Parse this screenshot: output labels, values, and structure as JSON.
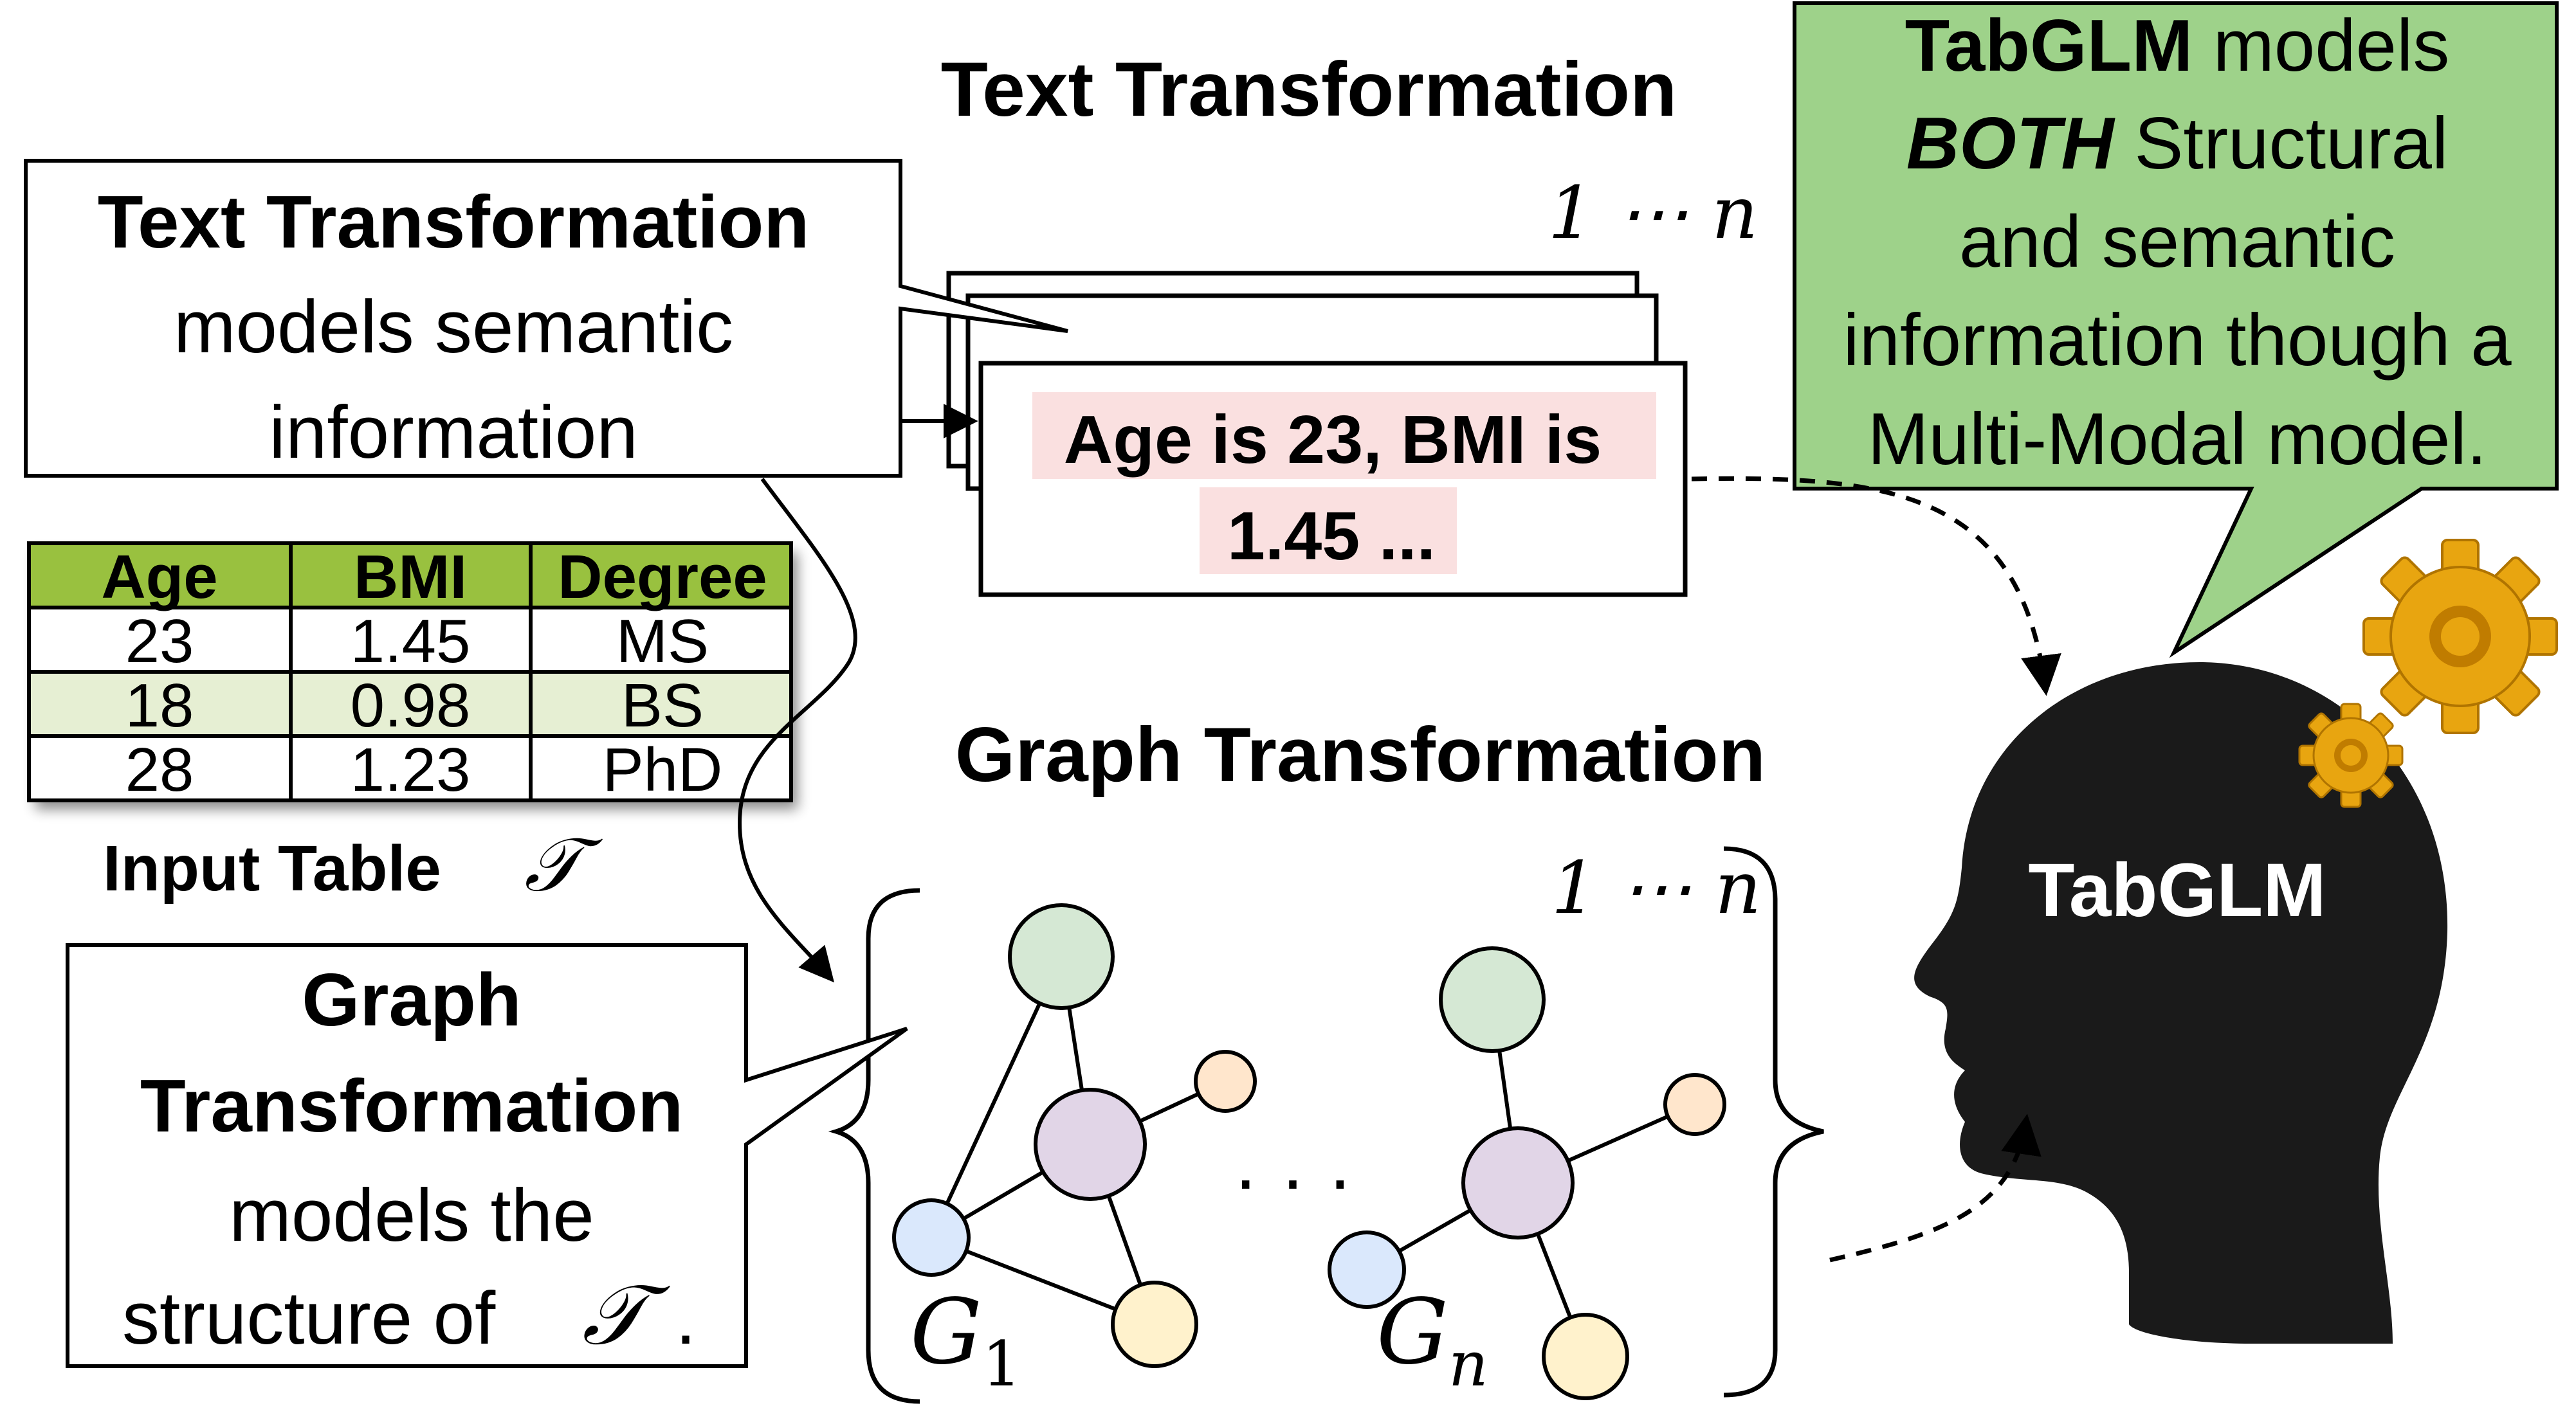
{
  "text_section": {
    "title": "Text Transformation",
    "range_label": "1 ⋯ n",
    "sample_line1": "Age is 23, BMI is",
    "sample_line2": "1.45 ..."
  },
  "graph_section": {
    "title": "Graph Transformation",
    "range_label": "1 ⋯ n",
    "ellipsis": "· · ·",
    "graph1_label": "G",
    "graph1_sub": "1",
    "graphn_label": "G",
    "graphn_sub": "n"
  },
  "callout_text": {
    "line1": "Text Transformation",
    "line2": "models semantic",
    "line3": "information"
  },
  "callout_graph": {
    "line1": "Graph",
    "line2": "Transformation",
    "line3": "models the",
    "line4": "structure of",
    "symbol": "𝒯",
    "period": "."
  },
  "callout_tabglm": {
    "line1_bold": "TabGLM",
    "line1_rest": " models",
    "line2_bolditalic": "BOTH",
    "line2_rest": " Structural",
    "line3": "and semantic",
    "line4": "information though a",
    "line5": "Multi-Modal model."
  },
  "head": {
    "label": "TabGLM"
  },
  "table": {
    "caption": "Input Table",
    "caption_symbol": "𝒯",
    "headers": [
      "Age",
      "BMI",
      "Degree"
    ],
    "rows": [
      [
        "23",
        "1.45",
        "MS"
      ],
      [
        "18",
        "0.98",
        "BS"
      ],
      [
        "28",
        "1.23",
        "PhD"
      ]
    ]
  },
  "colors": {
    "header_green": "#99c13f",
    "row_alt_green": "#e6efd3",
    "callout_green": "#9ed28a",
    "text_highlight": "#fae0e0",
    "node_green": "#d5e8d4",
    "node_purple": "#e1d5e7",
    "node_blue": "#dae8fc",
    "node_orange": "#ffe6cc",
    "node_yellow": "#fff2cc",
    "gear": "#e8a510"
  }
}
